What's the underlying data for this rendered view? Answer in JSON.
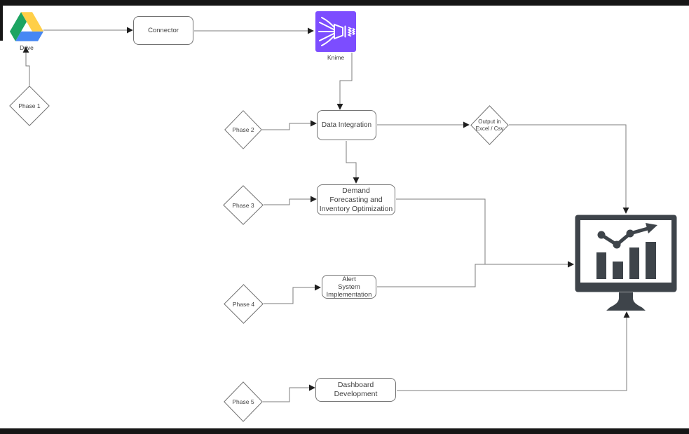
{
  "diagram": {
    "nodes": {
      "drive": {
        "label": "Drive",
        "icon": "google-drive-icon"
      },
      "phase1": {
        "label": "Phase 1"
      },
      "connector": {
        "label": "Connector"
      },
      "knime": {
        "label": "Knime",
        "icon": "knime-funnel-icon"
      },
      "phase2": {
        "label": "Phase 2"
      },
      "data_integration": {
        "label": "Data Integration"
      },
      "output": {
        "label": "Output in\nExcel / Csv"
      },
      "phase3": {
        "label": "Phase 3"
      },
      "demand": {
        "label": "Demand\nForecasting and\nInventory Optimization"
      },
      "phase4": {
        "label": "Phase 4"
      },
      "alert": {
        "label": "Alert\nSystem\nImplementation"
      },
      "phase5": {
        "label": "Phase 5"
      },
      "dashboard": {
        "label": "Dashboard\nDevelopment"
      },
      "monitor": {
        "icon": "dashboard-monitor-icon"
      }
    },
    "colors": {
      "drive_green": "#1da462",
      "drive_yellow": "#ffcf48",
      "drive_blue": "#4687f4",
      "knime_purple": "#7c4dff",
      "monitor_dark": "#3e444a",
      "edge_line": "#7d7d7d",
      "arrowhead": "#1f1f1f",
      "node_border": "#737373",
      "frame_bars": "#161616"
    }
  }
}
